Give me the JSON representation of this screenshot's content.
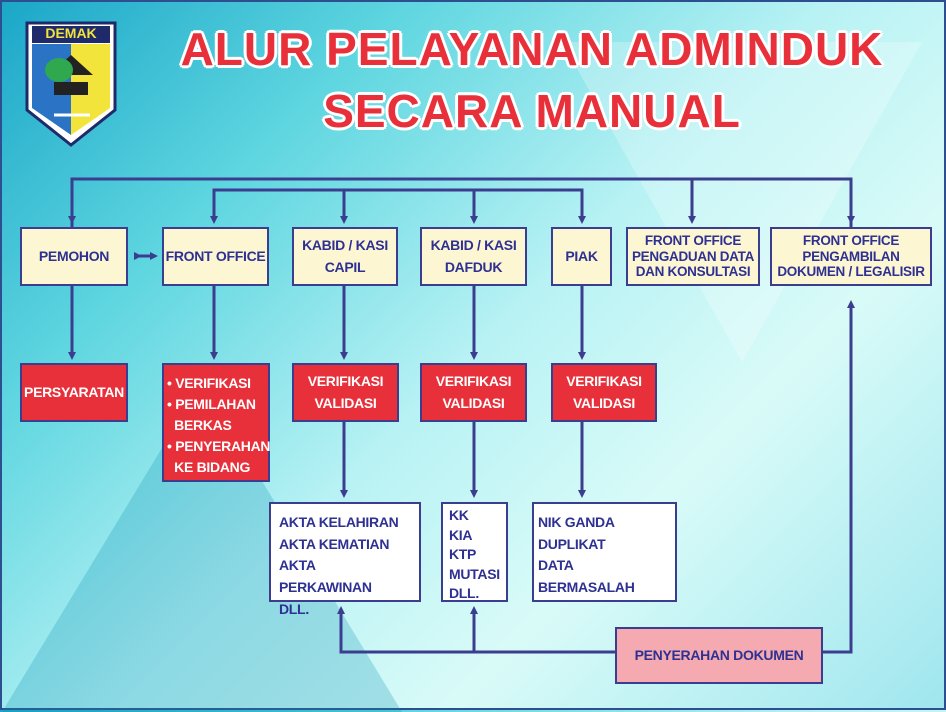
{
  "logo": {
    "text": "DEMAK"
  },
  "title": {
    "line1": "ALUR PELAYANAN ADMINDUK",
    "line2": "SECARA MANUAL"
  },
  "row1": {
    "pemohon": "PEMOHON",
    "front_office": "FRONT OFFICE",
    "capil": [
      "KABID / KASI",
      "CAPIL"
    ],
    "dafduk": [
      "KABID / KASI",
      "DAFDUK"
    ],
    "piak": "PIAK",
    "pengaduan": [
      "FRONT OFFICE",
      "PENGADUAN DATA",
      "DAN KONSULTASI"
    ],
    "pengambilan": [
      "FRONT OFFICE",
      "PENGAMBILAN",
      "DOKUMEN / LEGALISIR"
    ]
  },
  "row2": {
    "persyaratan": "PERSYARATAN",
    "fo_tasks": [
      "• VERIFIKASI",
      "• PEMILAHAN",
      "  BERKAS",
      "• PENYERAHAN",
      "  KE BIDANG"
    ],
    "capil": [
      "VERIFIKASI",
      "VALIDASI"
    ],
    "dafduk": [
      "VERIFIKASI",
      "VALIDASI"
    ],
    "piak": [
      "VERIFIKASI",
      "VALIDASI"
    ]
  },
  "row3": {
    "capil_docs": [
      "AKTA KELAHIRAN",
      "AKTA KEMATIAN",
      "AKTA PERKAWINAN",
      "DLL."
    ],
    "dafduk_docs": [
      "KK",
      "KIA",
      "KTP",
      "MUTASI",
      "DLL."
    ],
    "piak_docs": [
      "NIK GANDA",
      "DUPLIKAT",
      "DATA BERMASALAH"
    ]
  },
  "penyerahan": "PENYERAHAN DOKUMEN",
  "colors": {
    "line": "#3b3d8f",
    "red": "#e8303a",
    "cream": "#fdf6d3",
    "pink": "#f4aab0"
  }
}
